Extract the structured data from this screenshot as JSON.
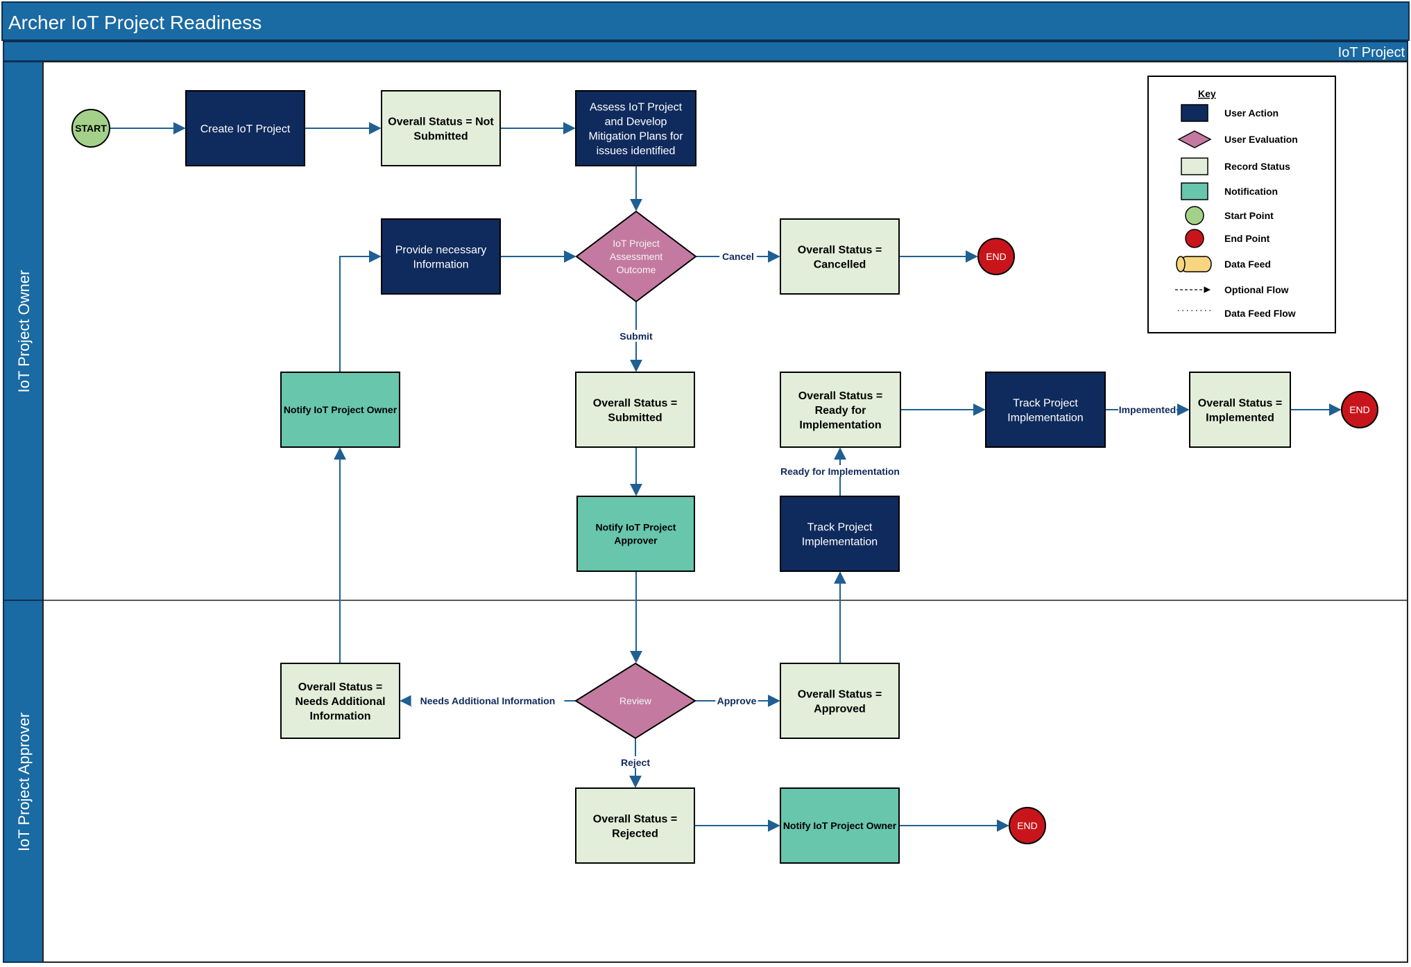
{
  "diagram": {
    "title": "Archer IoT Project Readiness",
    "pool_label": "IoT Project",
    "lanes": [
      "IoT Project Owner",
      "IoT Project Approver"
    ]
  },
  "nodes": [
    {
      "id": "start",
      "kind": "start",
      "lines": [
        "START"
      ]
    },
    {
      "id": "create",
      "kind": "action",
      "lines": [
        "Create IoT Project"
      ]
    },
    {
      "id": "not_submitted",
      "kind": "status",
      "lines": [
        "Overall Status = Not",
        "Submitted"
      ]
    },
    {
      "id": "assess",
      "kind": "action",
      "lines": [
        "Assess IoT Project",
        "and Develop",
        "Mitigation Plans for",
        "issues identified"
      ]
    },
    {
      "id": "provide",
      "kind": "action",
      "lines": [
        "Provide necessary",
        "Information"
      ]
    },
    {
      "id": "outcome",
      "kind": "decision",
      "lines": [
        "IoT Project",
        "Assessment",
        "Outcome"
      ]
    },
    {
      "id": "cancelled",
      "kind": "status",
      "lines": [
        "Overall Status =",
        "Cancelled"
      ]
    },
    {
      "id": "end1",
      "kind": "end",
      "lines": [
        "END"
      ]
    },
    {
      "id": "notify_owner",
      "kind": "notification",
      "lines": [
        "Notify IoT Project Owner"
      ]
    },
    {
      "id": "submitted",
      "kind": "status",
      "lines": [
        "Overall Status =",
        "Submitted"
      ]
    },
    {
      "id": "ready",
      "kind": "status",
      "lines": [
        "Overall Status =",
        "Ready for",
        "Implementation"
      ]
    },
    {
      "id": "track2",
      "kind": "action",
      "lines": [
        "Track Project",
        "Implementation"
      ]
    },
    {
      "id": "implemented",
      "kind": "status",
      "lines": [
        "Overall Status =",
        "Implemented"
      ]
    },
    {
      "id": "end2",
      "kind": "end",
      "lines": [
        "END"
      ]
    },
    {
      "id": "notify_approver",
      "kind": "notification",
      "lines": [
        "Notify IoT Project",
        "Approver"
      ]
    },
    {
      "id": "track1",
      "kind": "action",
      "lines": [
        "Track Project",
        "Implementation"
      ]
    },
    {
      "id": "needs_info",
      "kind": "status",
      "lines": [
        "Overall Status =",
        "Needs Additional",
        "Information"
      ]
    },
    {
      "id": "review",
      "kind": "decision",
      "lines": [
        "Review"
      ]
    },
    {
      "id": "approved",
      "kind": "status",
      "lines": [
        "Overall Status =",
        "Approved"
      ]
    },
    {
      "id": "rejected",
      "kind": "status",
      "lines": [
        "Overall Status =",
        "Rejected"
      ]
    },
    {
      "id": "notify_owner2",
      "kind": "notification",
      "lines": [
        "Notify IoT Project Owner"
      ]
    },
    {
      "id": "end3",
      "kind": "end",
      "lines": [
        "END"
      ]
    }
  ],
  "edges": [
    {
      "from": "start",
      "to": "create",
      "label": ""
    },
    {
      "from": "create",
      "to": "not_submitted",
      "label": ""
    },
    {
      "from": "not_submitted",
      "to": "assess",
      "label": ""
    },
    {
      "from": "assess",
      "to": "outcome",
      "label": ""
    },
    {
      "from": "provide",
      "to": "outcome",
      "label": ""
    },
    {
      "from": "outcome",
      "to": "cancelled",
      "label": "Cancel"
    },
    {
      "from": "cancelled",
      "to": "end1",
      "label": ""
    },
    {
      "from": "outcome",
      "to": "submitted",
      "label": "Submit"
    },
    {
      "from": "submitted",
      "to": "notify_approver",
      "label": ""
    },
    {
      "from": "notify_approver",
      "to": "review",
      "label": ""
    },
    {
      "from": "review",
      "to": "needs_info",
      "label": "Needs Additional Information"
    },
    {
      "from": "needs_info",
      "to": "notify_owner",
      "label": ""
    },
    {
      "from": "notify_owner",
      "to": "provide",
      "label": ""
    },
    {
      "from": "review",
      "to": "approved",
      "label": "Approve"
    },
    {
      "from": "approved",
      "to": "track1",
      "label": ""
    },
    {
      "from": "track1",
      "to": "ready",
      "label": "Ready for Implementation"
    },
    {
      "from": "ready",
      "to": "track2",
      "label": ""
    },
    {
      "from": "track2",
      "to": "implemented",
      "label": "Impemented"
    },
    {
      "from": "implemented",
      "to": "end2",
      "label": ""
    },
    {
      "from": "review",
      "to": "rejected",
      "label": "Reject"
    },
    {
      "from": "rejected",
      "to": "notify_owner2",
      "label": ""
    },
    {
      "from": "notify_owner2",
      "to": "end3",
      "label": ""
    }
  ],
  "legend": {
    "title": "Key",
    "items": [
      {
        "kind": "action",
        "label": "User Action"
      },
      {
        "kind": "decision",
        "label": "User Evaluation"
      },
      {
        "kind": "status",
        "label": "Record Status"
      },
      {
        "kind": "notification",
        "label": "Notification"
      },
      {
        "kind": "start",
        "label": "Start Point"
      },
      {
        "kind": "end",
        "label": "End Point"
      },
      {
        "kind": "datafeed",
        "label": "Data Feed"
      },
      {
        "kind": "optional",
        "label": "Optional Flow"
      },
      {
        "kind": "datafeedflow",
        "label": "Data Feed Flow"
      }
    ]
  },
  "colors": {
    "header": "#1a6aa3",
    "header_text": "#ffffff",
    "action_fill": "#0f2a5c",
    "action_text": "#ffffff",
    "status_fill": "#e2eed9",
    "status_text": "#000000",
    "notification_fill": "#68c6ad",
    "decision_fill": "#c47aa0",
    "decision_text": "#f4f4f4",
    "start_fill": "#a4d18a",
    "end_fill": "#c8151b",
    "datafeed_fill": "#f8d57f",
    "edge": "#1f5f93",
    "edge_label": "#0f2a5c"
  }
}
